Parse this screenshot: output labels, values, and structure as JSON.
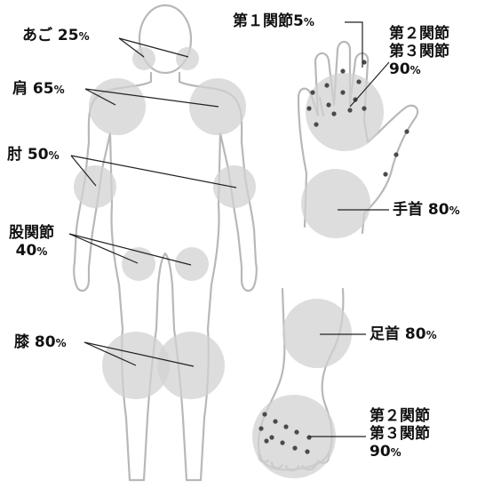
{
  "labels": {
    "jaw": {
      "name": "あご",
      "value": "25",
      "unit": "%"
    },
    "shoulder": {
      "name": "肩",
      "value": "65",
      "unit": "%"
    },
    "elbow": {
      "name": "肘",
      "value": "50",
      "unit": "%"
    },
    "hip": {
      "name": "股関節",
      "value": "40",
      "unit": "%"
    },
    "knee": {
      "name": "膝",
      "value": "80",
      "unit": "%"
    },
    "finger1": {
      "name": "第１関節",
      "value": "5",
      "unit": "%"
    },
    "finger23": {
      "line1": "第２関節",
      "line2": "第３関節",
      "value": "90",
      "unit": "%"
    },
    "wrist": {
      "name": "手首",
      "value": "80",
      "unit": "%"
    },
    "ankle": {
      "name": "足首",
      "value": "80",
      "unit": "%"
    },
    "toe23": {
      "line1": "第２関節",
      "line2": "第３関節",
      "value": "90",
      "unit": "%"
    }
  },
  "colors": {
    "outline": "#b8b8b8",
    "circle": "#d2d2d2",
    "dot": "#4a4a4a",
    "line": "#222222",
    "text": "#111111"
  }
}
